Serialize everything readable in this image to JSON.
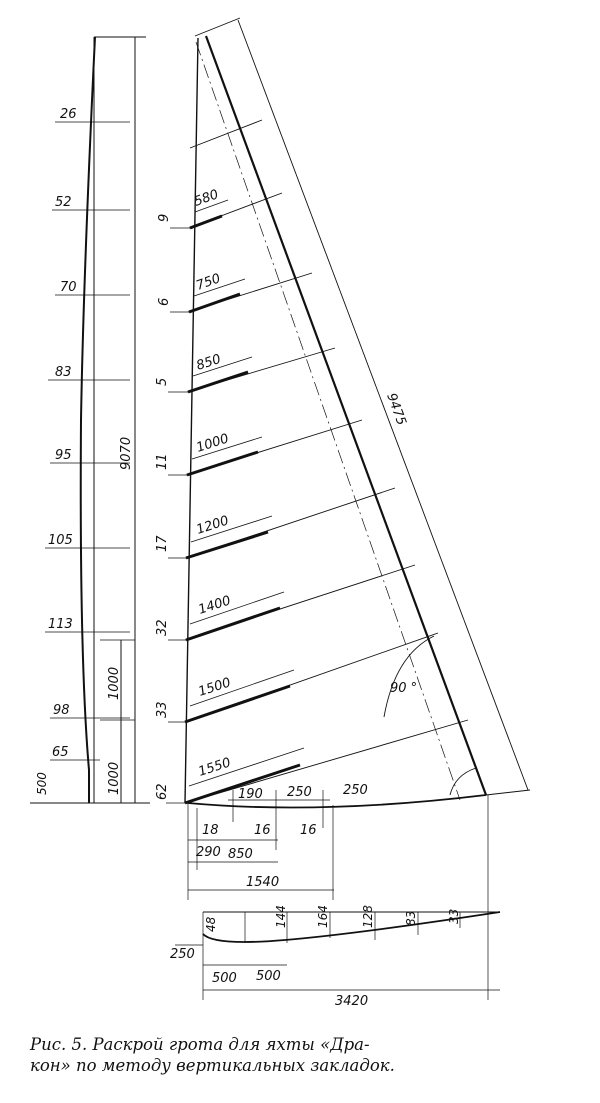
{
  "luff_curve": {
    "offsets": [
      "26",
      "52",
      "70",
      "83",
      "95",
      "105",
      "113",
      "98",
      "65",
      "500"
    ],
    "total_height": "9070",
    "section_1000_upper": "1000",
    "section_1000_lower": "1000"
  },
  "sail": {
    "leech_length": "9475",
    "angle_label": "90 °",
    "batten_lengths": [
      "580",
      "750",
      "850",
      "1000",
      "1200",
      "1400",
      "1500",
      "1550"
    ],
    "luff_offsets": [
      "9",
      "6",
      "5",
      "11",
      "17",
      "32",
      "33",
      "62"
    ],
    "foot_dims": {
      "d190": "190",
      "d250a": "250",
      "d250b": "250",
      "d18": "18",
      "d16a": "16",
      "d16b": "16",
      "d290": "290",
      "d850": "850",
      "d1540": "1540"
    }
  },
  "foot_curve": {
    "offsets": [
      "48",
      "144",
      "164",
      "128",
      "83",
      "33"
    ],
    "d250": "250",
    "d500a": "500",
    "d500b": "500",
    "d3420": "3420"
  },
  "caption": {
    "line1": "Рис. 5. Раскрой грота для яхты «Дра-",
    "line2": "кон» по методу вертикальных закладок."
  }
}
